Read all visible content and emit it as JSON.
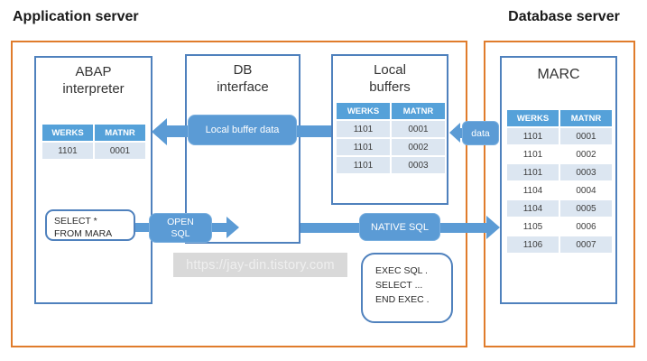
{
  "header": {
    "app_server_title": "Application server",
    "db_server_title": "Database server"
  },
  "colors": {
    "group_border_orange": "#e07c2c",
    "box_border_blue": "#4f81bd",
    "arrow_blue": "#5b9bd5",
    "table_header_blue": "#55a1d9",
    "table_row_light": "#dce6f1",
    "watermark_bg": "#d9d9d9"
  },
  "abap": {
    "title": "ABAP\ninterpreter",
    "table": {
      "headers": [
        "WERKS",
        "MATNR"
      ],
      "banded": false,
      "rows": [
        [
          "1101",
          "0001"
        ]
      ]
    },
    "code_box": "SELECT *\nFROM MARA"
  },
  "db_interface": {
    "title": "DB\ninterface"
  },
  "local_buffers": {
    "title": "Local\nbuffers",
    "table": {
      "headers": [
        "WERKS",
        "MATNR"
      ],
      "banded": false,
      "rows": [
        [
          "1101",
          "0001"
        ],
        [
          "1101",
          "0002"
        ],
        [
          "1101",
          "0003"
        ]
      ]
    }
  },
  "marc": {
    "title": "MARC",
    "table": {
      "headers": [
        "WERKS",
        "MATNR"
      ],
      "banded": true,
      "rows": [
        [
          "1101",
          "0001"
        ],
        [
          "1101",
          "0002"
        ],
        [
          "1101",
          "0003"
        ],
        [
          "1104",
          "0004"
        ],
        [
          "1104",
          "0005"
        ],
        [
          "1105",
          "0006"
        ],
        [
          "1106",
          "0007"
        ]
      ]
    }
  },
  "arrows": {
    "local_buffer_data": "Local buffer data",
    "data": "data",
    "open_sql": "OPEN\nSQL",
    "native_sql": "NATIVE SQL"
  },
  "exec_box": "EXEC SQL .\nSELECT ...\nEND EXEC .",
  "watermark": "https://jay-din.tistory.com"
}
